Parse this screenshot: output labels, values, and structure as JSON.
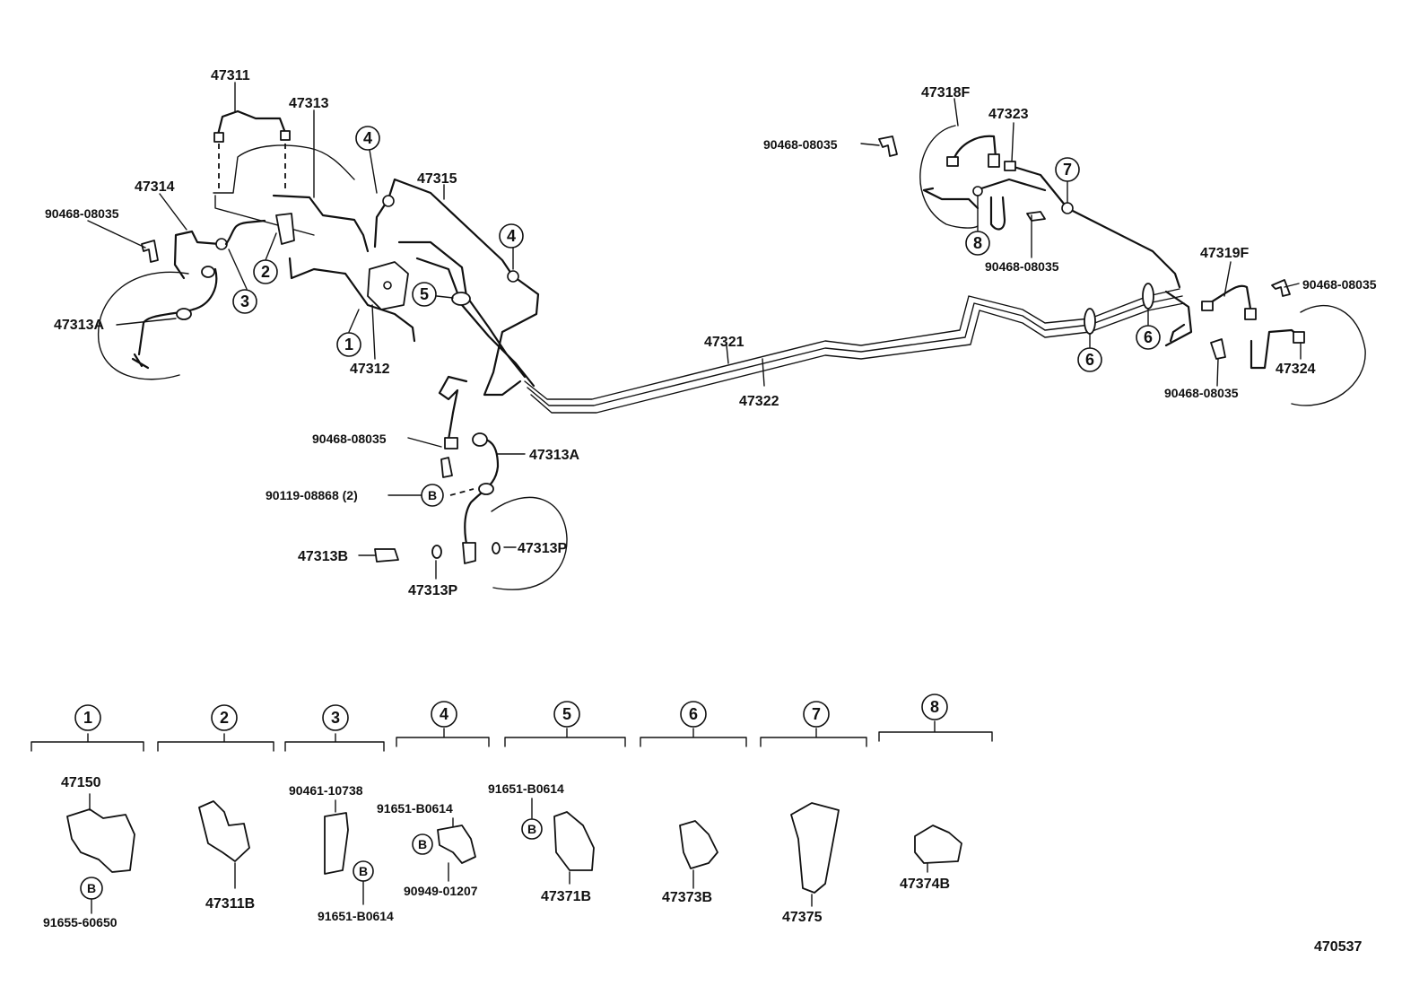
{
  "labels": {
    "p47311": "47311",
    "p47313": "47313",
    "p47314": "47314",
    "p90468_left": "90468-08035",
    "p47313A_left": "47313A",
    "p47312": "47312",
    "p47315": "47315",
    "p90468_mid": "90468-08035",
    "p47313A_mid": "47313A",
    "p90119": "90119-08868 (2)",
    "p47313B": "47313B",
    "p47313P_a": "47313P",
    "p47313P_b": "47313P",
    "p47321": "47321",
    "p47322": "47322",
    "p47318F": "47318F",
    "p47323": "47323",
    "p90468_topright": "90468-08035",
    "p90468_under8": "90468-08035",
    "p47319F": "47319F",
    "p90468_farright": "90468-08035",
    "p47324": "47324",
    "p90468_bottomright": "90468-08035",
    "diagram_code": "470537"
  },
  "callouts": {
    "c1": "1",
    "c2": "2",
    "c3": "3",
    "c4a": "4",
    "c4b": "4",
    "c5": "5",
    "c6a": "6",
    "c6b": "6",
    "c7": "7",
    "c8": "8",
    "bolt": "B"
  },
  "legend": {
    "groups": [
      {
        "num": "1",
        "parts": [
          "47150",
          "91655-60650"
        ]
      },
      {
        "num": "2",
        "parts": [
          "47311B"
        ]
      },
      {
        "num": "3",
        "parts": [
          "90461-10738",
          "91651-B0614"
        ]
      },
      {
        "num": "4",
        "parts": [
          "91651-B0614",
          "90949-01207"
        ]
      },
      {
        "num": "5",
        "parts": [
          "91651-B0614",
          "47371B"
        ]
      },
      {
        "num": "6",
        "parts": [
          "47373B"
        ]
      },
      {
        "num": "7",
        "parts": [
          "47375"
        ]
      },
      {
        "num": "8",
        "parts": [
          "47374B"
        ]
      }
    ],
    "bolt_marker": "B"
  }
}
